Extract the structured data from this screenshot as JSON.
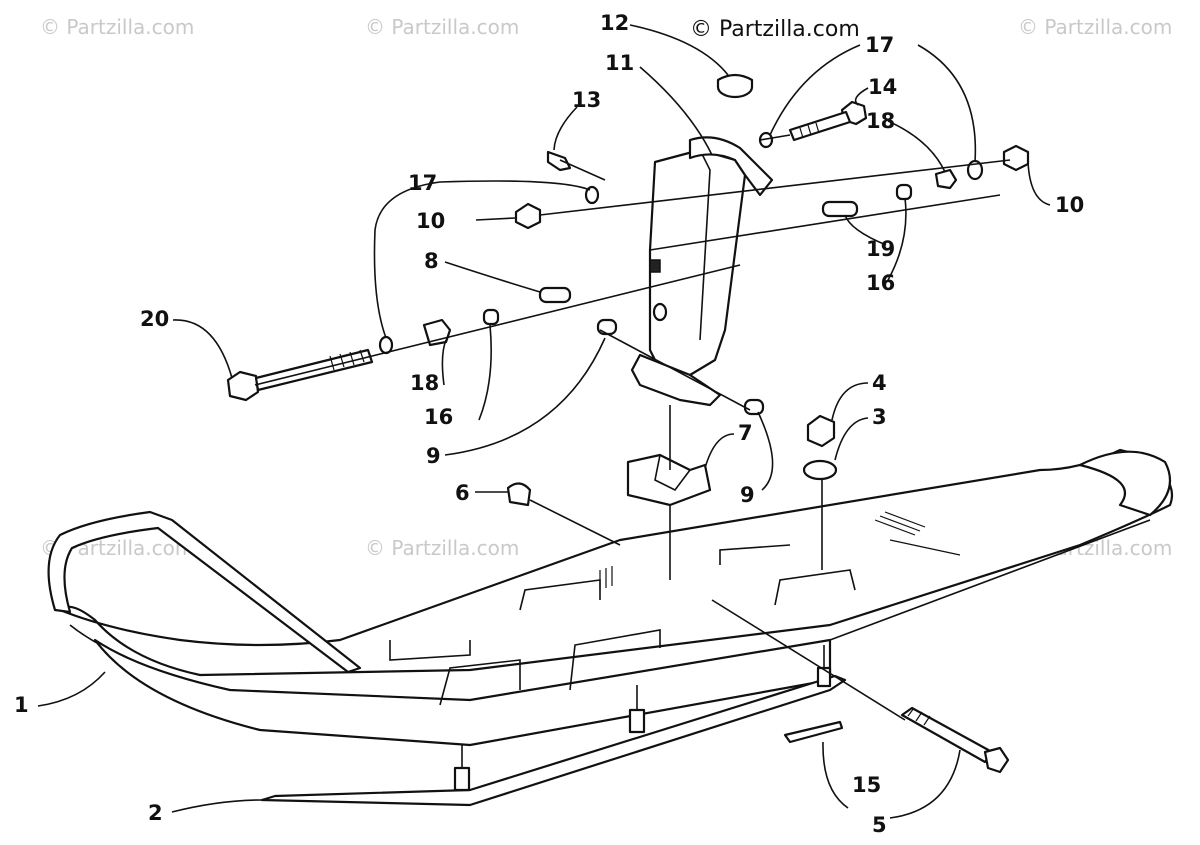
{
  "copyright": "© Partzilla.com",
  "watermark": "© Partzilla.com",
  "callouts": [
    "1",
    "2",
    "3",
    "4",
    "5",
    "6",
    "7",
    "8",
    "9",
    "9",
    "10",
    "10",
    "11",
    "12",
    "13",
    "14",
    "15",
    "16",
    "16",
    "17",
    "17",
    "18",
    "18",
    "19",
    "20"
  ]
}
